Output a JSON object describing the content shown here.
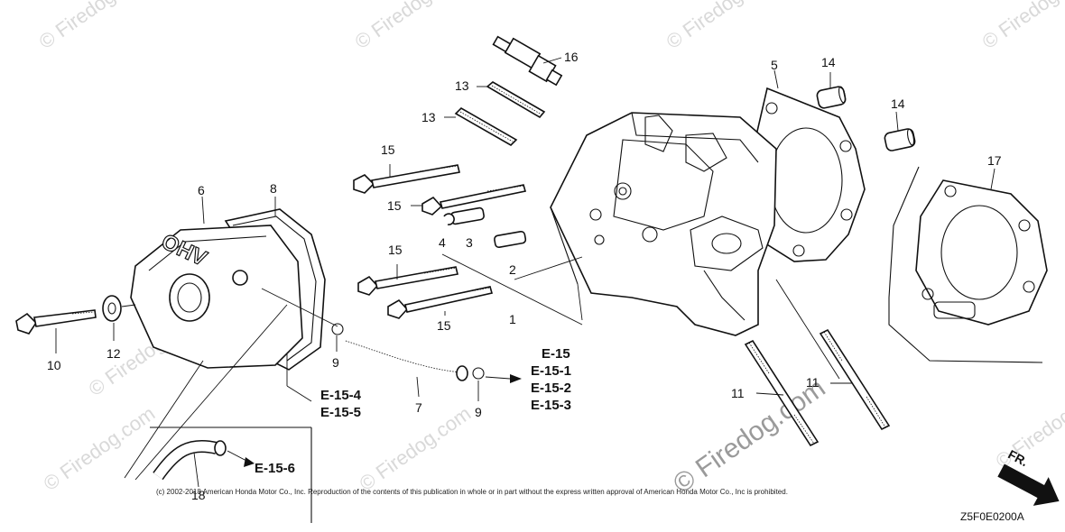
{
  "watermark": {
    "text": "© Firedog.com",
    "large_text": "© Firedog.com"
  },
  "callouts": {
    "p1": "1",
    "p2": "2",
    "p3": "3",
    "p4": "4",
    "p5": "5",
    "p6": "6",
    "p7": "7",
    "p8": "8",
    "p9a": "9",
    "p9b": "9",
    "p10": "10",
    "p11a": "11",
    "p11b": "11",
    "p12": "12",
    "p13a": "13",
    "p13b": "13",
    "p14a": "14",
    "p14b": "14",
    "p15a": "15",
    "p15b": "15",
    "p15c": "15",
    "p15d": "15",
    "p16": "16",
    "p17": "17",
    "p18": "18"
  },
  "references": {
    "e15": "E-15",
    "e15_1": "E-15-1",
    "e15_2": "E-15-2",
    "e15_3": "E-15-3",
    "e15_4": "E-15-4",
    "e15_5": "E-15-5",
    "e15_6": "E-15-6"
  },
  "cover_text": "OHV",
  "copyright": "(c) 2002-2018 American Honda Motor Co., Inc. Reproduction of the contents of this publication in whole or in part without the express written approval of American Honda Motor Co., Inc is prohibited.",
  "diagram_code": "Z5F0E0200A",
  "front_label": "FR."
}
